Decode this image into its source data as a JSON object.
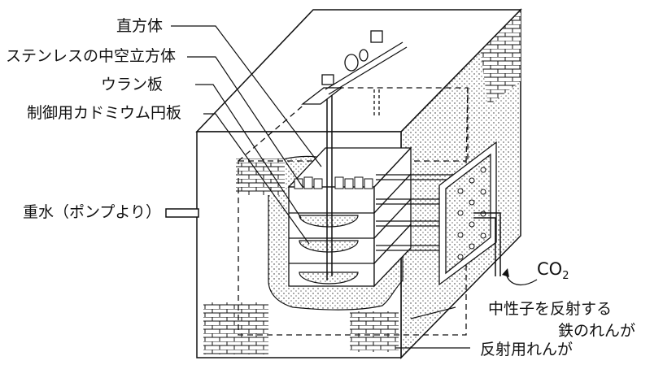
{
  "labels": {
    "cuboid": "直方体",
    "stainless_hollow_cube": "ステンレスの中空立方体",
    "uranium_plate": "ウラン板",
    "cadmium_disc": "制御用カドミウム円板",
    "heavy_water": "重水（ポンプより）",
    "co2_main": "CO",
    "co2_sub": "2",
    "neutron_reflect_1": "中性子を反射する",
    "neutron_reflect_2": "鉄のれんが",
    "reflector_brick": "反射用れんが"
  },
  "colors": {
    "line": "#111111",
    "background": "#ffffff",
    "stipple": "#222222"
  }
}
